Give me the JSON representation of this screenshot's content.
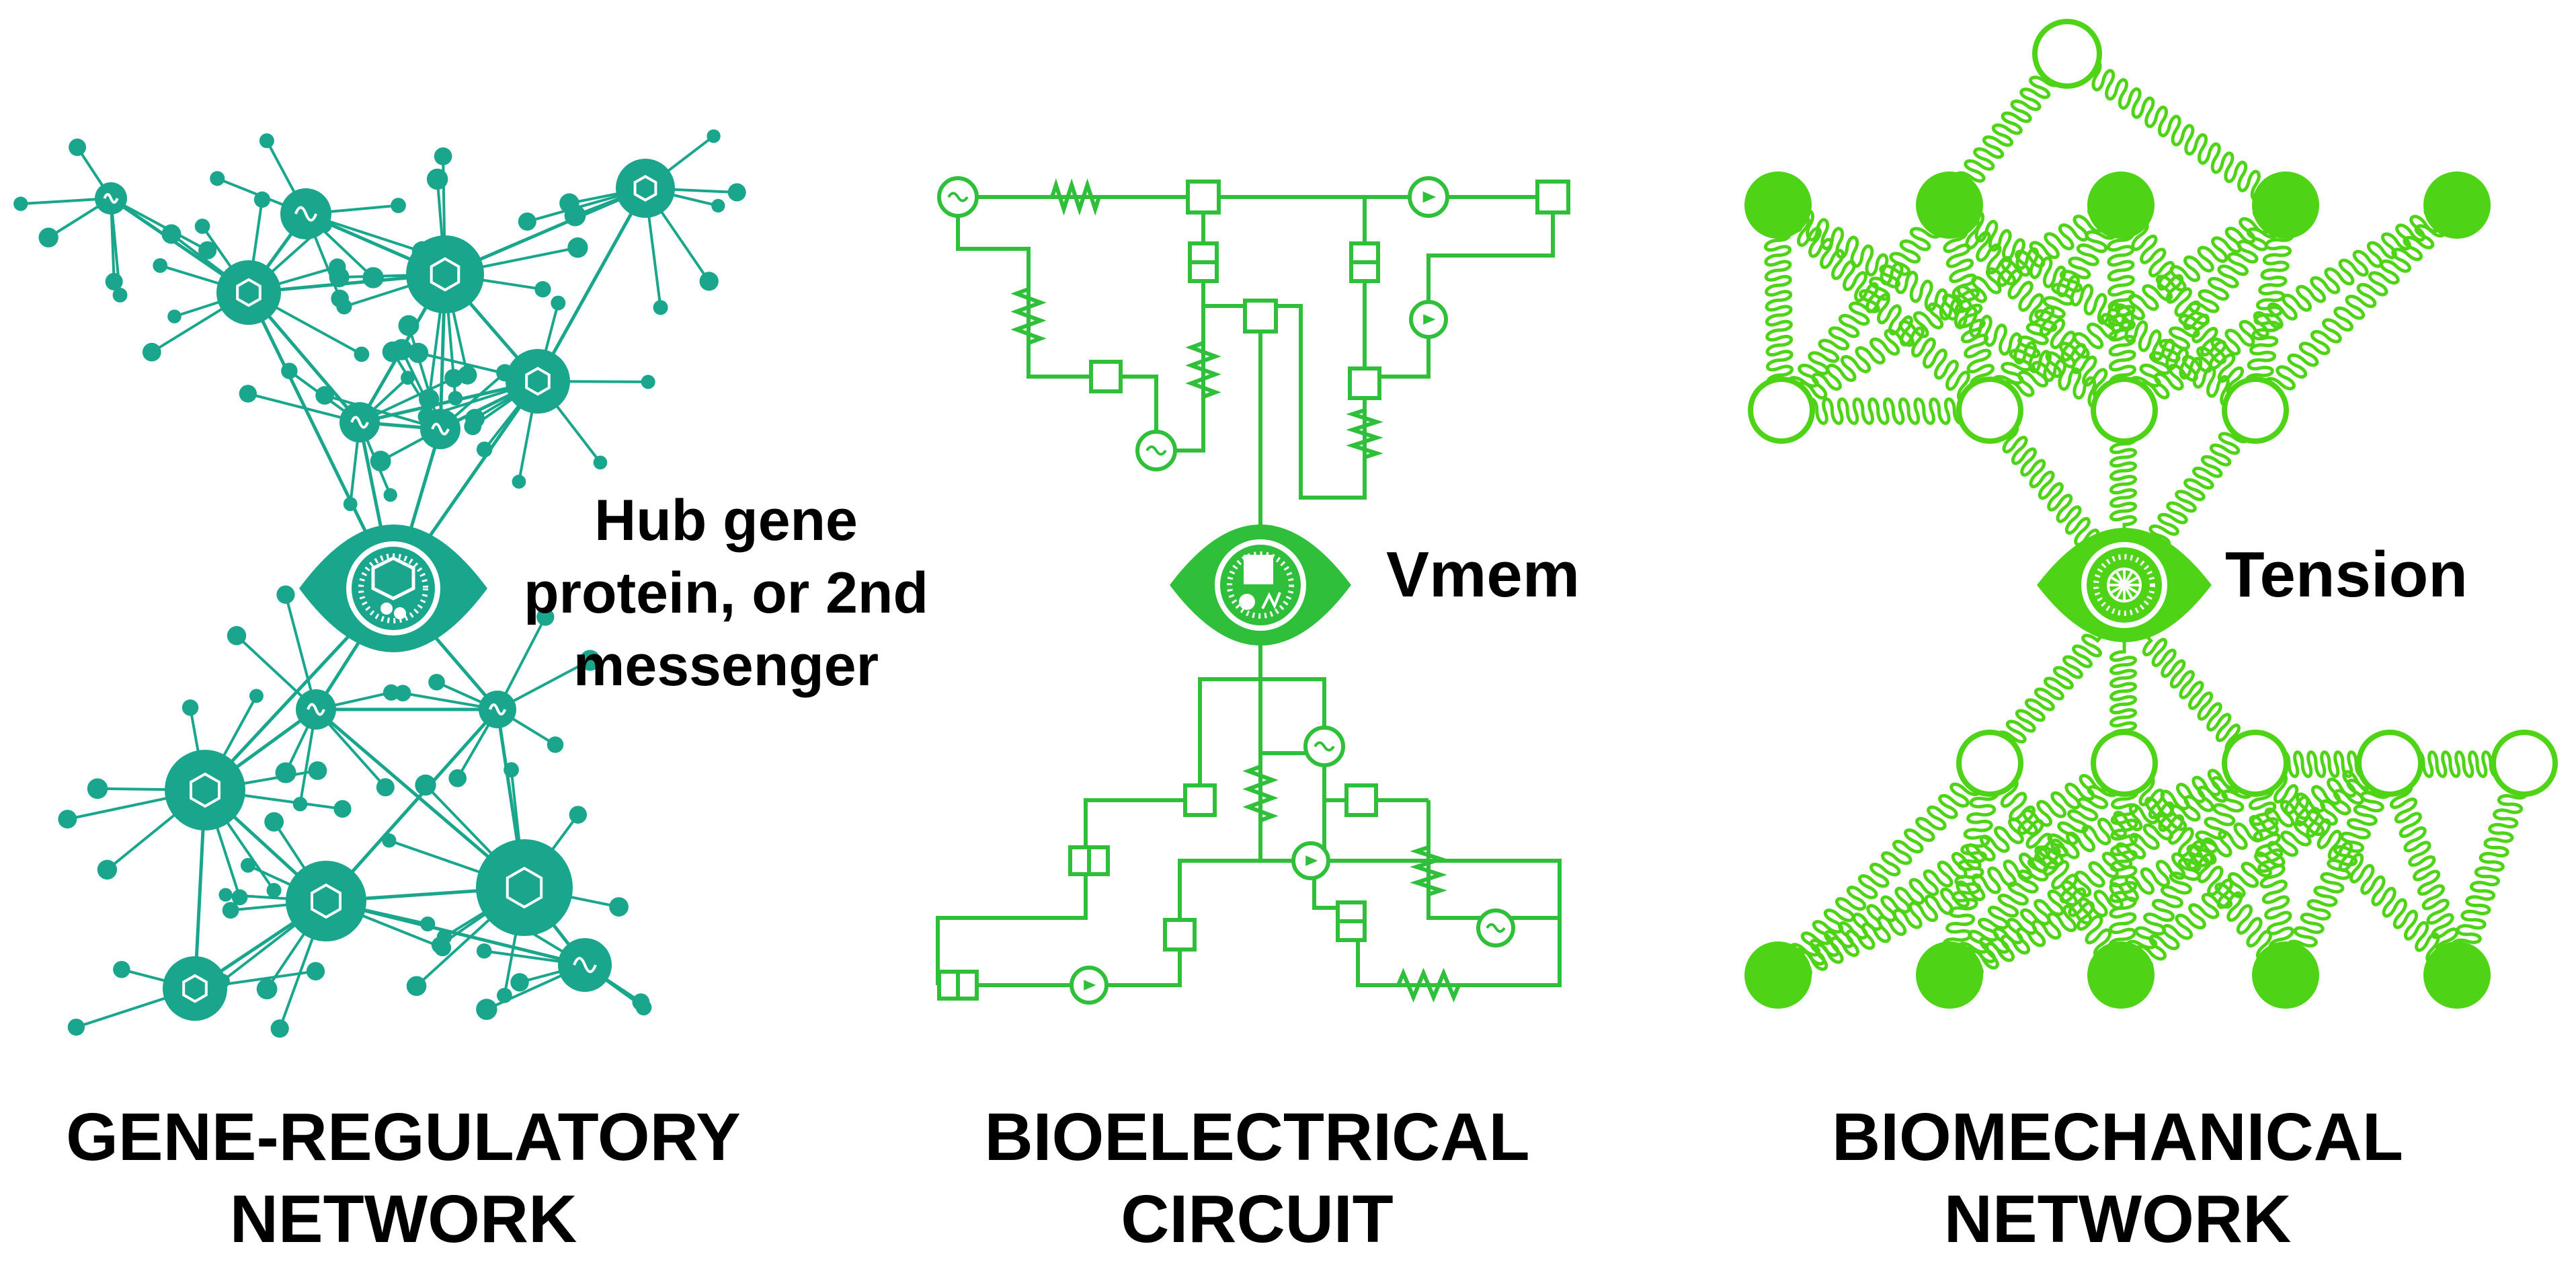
{
  "colors": {
    "gene": "#1aa68c",
    "electric": "#2fbf3a",
    "mechanic": "#4fd317",
    "text": "#000000"
  },
  "panels": {
    "gene": {
      "title_line1": "GENE-REGULATORY",
      "title_line2": "NETWORK",
      "hub_label": "Hub gene protein, or 2nd messenger",
      "icon": "eye-hub-icon"
    },
    "electric": {
      "title_line1": "BIOELECTRICAL",
      "title_line2": "CIRCUIT",
      "hub_label": "Vmem",
      "icon": "eye-hub-icon"
    },
    "mechanic": {
      "title_line1": "BIOMECHANICAL",
      "title_line2": "NETWORK",
      "hub_label": "Tension",
      "icon": "eye-hub-icon"
    }
  }
}
